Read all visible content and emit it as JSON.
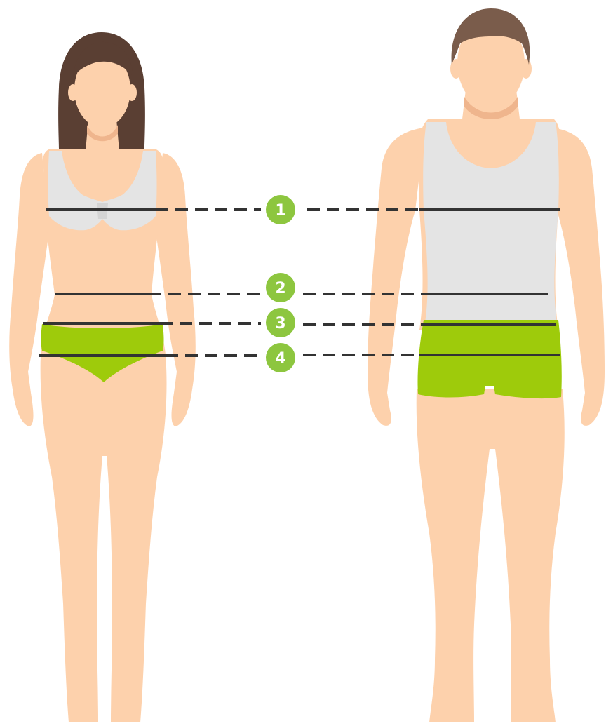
{
  "colors": {
    "skin": "#FDD1AC",
    "skin_shadow": "#EFB58D",
    "hair_woman": "#5A3F33",
    "hair_man": "#7A5C4B",
    "top": "#E4E4E4",
    "top_trim": "#D4D4D4",
    "shorts": "#9ECB0B",
    "badge": "#8DC63F",
    "line": "#333333"
  },
  "figures": [
    {
      "name": "woman",
      "label": ""
    },
    {
      "name": "man",
      "label": ""
    }
  ],
  "measurements": [
    {
      "number": "1",
      "area_icon": "bust-chest-line"
    },
    {
      "number": "2",
      "area_icon": "waist-line"
    },
    {
      "number": "3",
      "area_icon": "upper-hip-line"
    },
    {
      "number": "4",
      "area_icon": "hip-line"
    }
  ]
}
